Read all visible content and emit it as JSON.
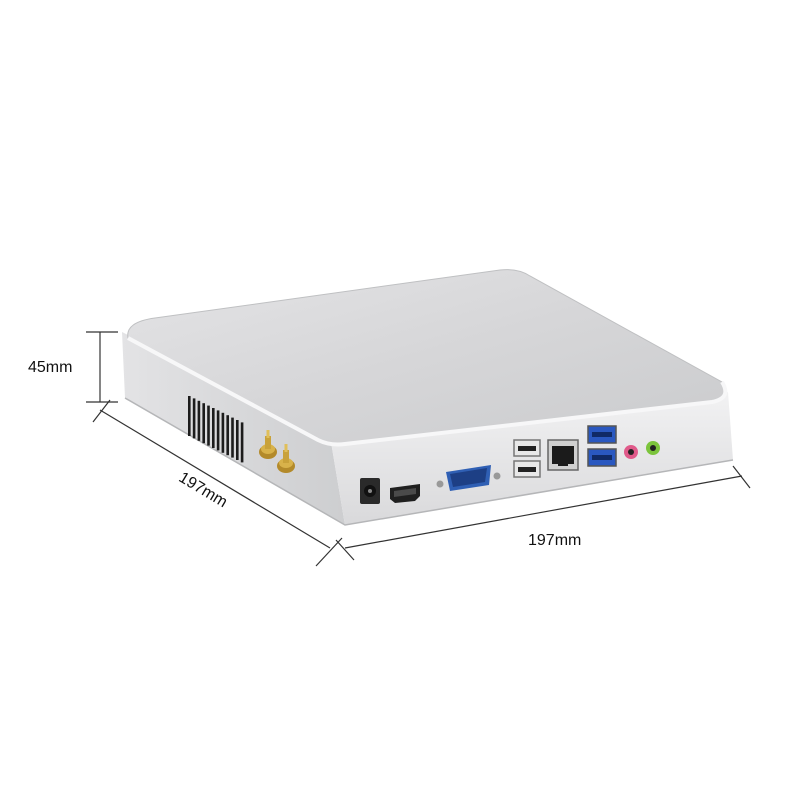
{
  "dimensions": {
    "height": "45mm",
    "depth": "197mm",
    "width": "197mm"
  },
  "colors": {
    "background": "#ffffff",
    "chassis_top": "#d8d8da",
    "chassis_front": "#e6e6e8",
    "chassis_side": "#cfd0d2",
    "vga_blue": "#2f5fb4",
    "usb3_blue": "#2a58c0",
    "antenna_gold": "#c9a23a",
    "audio_pink": "#e05a8a",
    "audio_green": "#7cc43c",
    "dimension_line": "#333333"
  },
  "ports": [
    {
      "name": "dc-power-jack"
    },
    {
      "name": "hdmi-port"
    },
    {
      "name": "vga-port"
    },
    {
      "name": "usb2-ports"
    },
    {
      "name": "ethernet-port"
    },
    {
      "name": "usb3-ports"
    },
    {
      "name": "audio-mic-jack"
    },
    {
      "name": "audio-line-out-jack"
    }
  ]
}
